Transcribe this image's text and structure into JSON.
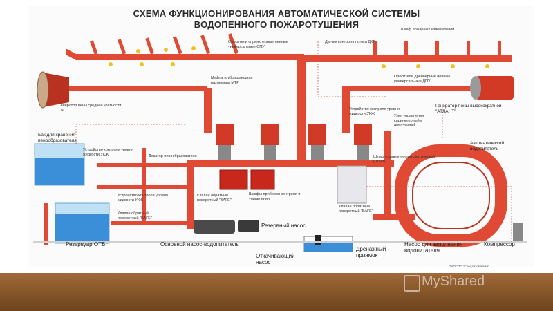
{
  "title": {
    "line1": "СХЕМА ФУНКЦИОНИРОВАНИЯ АВТОМАТИЧЕСКОЙ СИСТЕМЫ",
    "line2": "ВОДОПЕННОГО ПОЖАРОТУШЕНИЯ"
  },
  "labels": {
    "reservoir": "Резервуар ОТВ",
    "main_pump": "Основной насос-водопитатель",
    "reserve_pump": "Резервный насос",
    "drain_pump": "Откачивающий насос",
    "drain_pit": "Дренажный приямок",
    "fill_pump": "Насос для заполнения водопитателя",
    "compressor": "Компрессор",
    "auto_feeder": "Автоматический водопитатель",
    "high_foam_gen": "Генератор пены высокократной \"АТЛАНТ\"",
    "medium_foam_gen": "Генератор пены средней кратности ГЧС",
    "foam_tank": "Бак для хранения пенообразователя",
    "mtp_coupling": "Муфта трубопроводная разъемная МТР",
    "sprinklers_top": "Оросители спринклерные пенные универсальные СПУ",
    "flow_sensor": "Датчик контроля потока ДКП",
    "sprinklers_right": "Оросители дренчерные пенные универсальные ДПУ",
    "sensor_shield": "Шкаф пожарных извещателей",
    "level_sensor": "Устройство контроля уровня жидкости УКЖ",
    "control_device": "Узел управления спринклерный и дренчерный",
    "dosing_valve": "Дозатор пенообразователя",
    "auto_cabinet": "Шкаф управления автоматический (ШУАВ)",
    "check_valve": "Клапан обратный поворотный \"БАГЕ\"",
    "control_cabinets": "Шкафы приборов контроля и управления",
    "level_sensor2": "Устройство контроля уровня жидкости УКЖ",
    "check_valve2": "Клапан обратный поворотный \"БАГЕ\"",
    "level_sensor3": "Устройство контроля уровня жидкости УКЖ",
    "check_valve3": "Клапан обратный поворотный \"БАГЕ\""
  },
  "credit": "ЗАО \"ПО \"Спецавтоматика\"",
  "watermark": "MyShared",
  "colors": {
    "pipe": "#e04a34",
    "pipe_dark": "#b8321f",
    "water": "#3b8fd8",
    "floor": "#8b5a2b"
  }
}
